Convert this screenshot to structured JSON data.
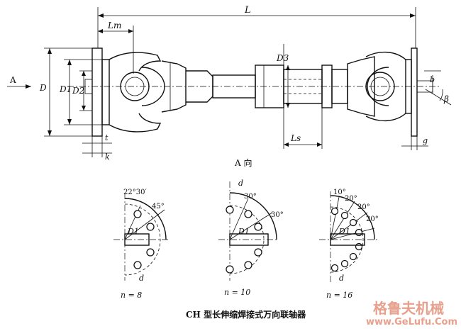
{
  "labels": {
    "L": "L",
    "Lm": "Lm",
    "Ls": "Ls",
    "D": "D",
    "D1": "D1",
    "D2": "D2",
    "D3": "D3",
    "A": "A",
    "b": "b",
    "beta": "β",
    "t": "t",
    "k": "k",
    "g": "g",
    "view": "A 向"
  },
  "patterns": [
    {
      "n": "n = 8",
      "d": "d",
      "D1": "D1",
      "angles": [
        "22°30′",
        "45°"
      ]
    },
    {
      "n": "n = 10",
      "d": "d",
      "D1": "D1",
      "angles": [
        "30°",
        "30°"
      ]
    },
    {
      "n": "n = 16",
      "d": "d",
      "D1": "D1",
      "angles": [
        "10°",
        "20°",
        "20°",
        "20°"
      ]
    }
  ],
  "caption": "CH 型长伸缩焊接式万向联轴器",
  "watermark": {
    "cn": "格鲁夫机械",
    "url": "www.GeLufu.Com"
  }
}
